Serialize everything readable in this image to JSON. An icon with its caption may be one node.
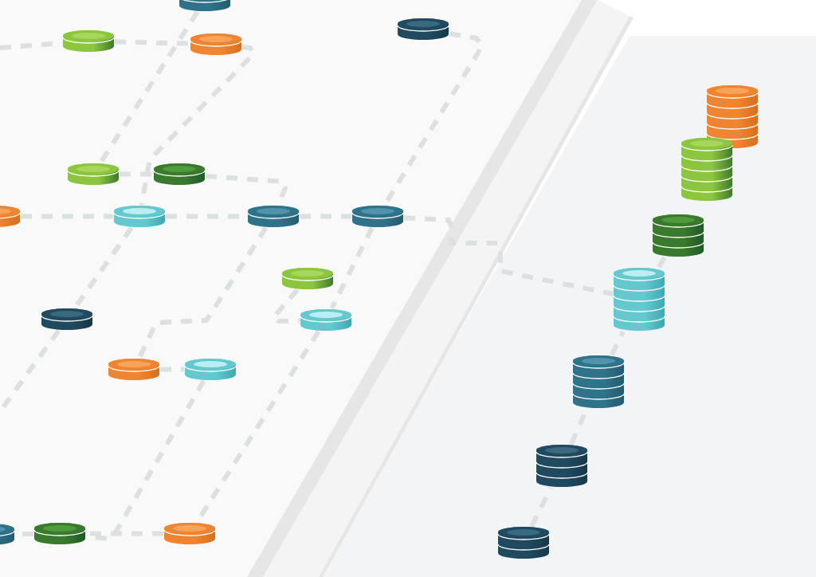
{
  "diagram": {
    "nodes": [
      {
        "text": [],
        "shape": "cylinder"
      },
      {
        "text": [],
        "shape": "cylinder"
      },
      {
        "text": [],
        "shape": "cylinder"
      },
      {
        "text": [],
        "shape": "cylinder"
      },
      {
        "text": [],
        "shape": "cylinder"
      },
      {
        "text": [],
        "shape": "cylinder"
      },
      {
        "text": [],
        "shape": "cylinder"
      },
      {
        "text": [],
        "shape": "cylinder"
      },
      {
        "text": [],
        "shape": "cylinder"
      },
      {
        "text": [],
        "shape": "cylinder"
      },
      {
        "text": [],
        "shape": "cylinder"
      },
      {
        "text": [],
        "shape": "cylinder"
      },
      {
        "text": [],
        "shape": "cylinder"
      },
      {
        "text": [],
        "shape": "cylinder"
      },
      {
        "text": [],
        "shape": "cylinder"
      },
      {
        "text": [],
        "shape": "cylinder"
      },
      {
        "text": [],
        "shape": "cylinder"
      },
      {
        "text": [],
        "shape": "cylinder"
      },
      {
        "text": [],
        "shape": "cylinder"
      },
      {
        "text": [],
        "shape": "cylinder"
      },
      {
        "text": [],
        "shape": "cylinder"
      },
      {
        "text": [],
        "shape": "cylinder"
      },
      {
        "text": [],
        "shape": "cylinder"
      },
      {
        "text": [],
        "shape": "cylinder"
      },
      {
        "text": [],
        "shape": "cylinder"
      }
    ],
    "edges": [
      {
        "from": null,
        "to": 1,
        "arrow": "none",
        "style": "dashed"
      },
      {
        "from": 1,
        "to": 2,
        "arrow": "none",
        "style": "dashed"
      },
      {
        "from": 2,
        "to": 7,
        "arrow": "none",
        "style": "dashed"
      },
      {
        "from": 7,
        "to": 11,
        "arrow": "none",
        "style": "dashed"
      },
      {
        "from": 11,
        "to": null,
        "arrow": "none",
        "style": "dashed"
      },
      {
        "from": 0,
        "to": 4,
        "arrow": "none",
        "style": "dashed"
      },
      {
        "from": 4,
        "to": 5,
        "arrow": "none",
        "style": "dashed"
      },
      {
        "from": 5,
        "to": 8,
        "arrow": "none",
        "style": "dashed"
      },
      {
        "from": 8,
        "to": 13,
        "arrow": "none",
        "style": "dashed"
      },
      {
        "from": 13,
        "to": 14,
        "arrow": "none",
        "style": "dashed"
      },
      {
        "from": 14,
        "to": 16,
        "arrow": "none",
        "style": "dashed"
      },
      {
        "from": 6,
        "to": 7,
        "arrow": "none",
        "style": "dashed"
      },
      {
        "from": 7,
        "to": 8,
        "arrow": "none",
        "style": "dashed"
      },
      {
        "from": 8,
        "to": 9,
        "arrow": "none",
        "style": "dashed"
      },
      {
        "from": 9,
        "to": 21,
        "arrow": "none",
        "style": "dashed"
      },
      {
        "from": 3,
        "to": 9,
        "arrow": "none",
        "style": "dashed"
      },
      {
        "from": 9,
        "to": 12,
        "arrow": "none",
        "style": "dashed"
      },
      {
        "from": 12,
        "to": 17,
        "arrow": "none",
        "style": "dashed"
      },
      {
        "from": 10,
        "to": 12,
        "arrow": "none",
        "style": "dashed"
      },
      {
        "from": 17,
        "to": 16,
        "arrow": "none",
        "style": "dashed"
      },
      {
        "from": 16,
        "to": 15,
        "arrow": "none",
        "style": "dashed"
      },
      {
        "from": 24,
        "to": 23,
        "arrow": "none",
        "style": "dashed"
      },
      {
        "from": 23,
        "to": 22,
        "arrow": "none",
        "style": "dashed"
      },
      {
        "from": 22,
        "to": 21,
        "arrow": "none",
        "style": "dashed"
      },
      {
        "from": 21,
        "to": 20,
        "arrow": "none",
        "style": "dashed"
      }
    ]
  }
}
